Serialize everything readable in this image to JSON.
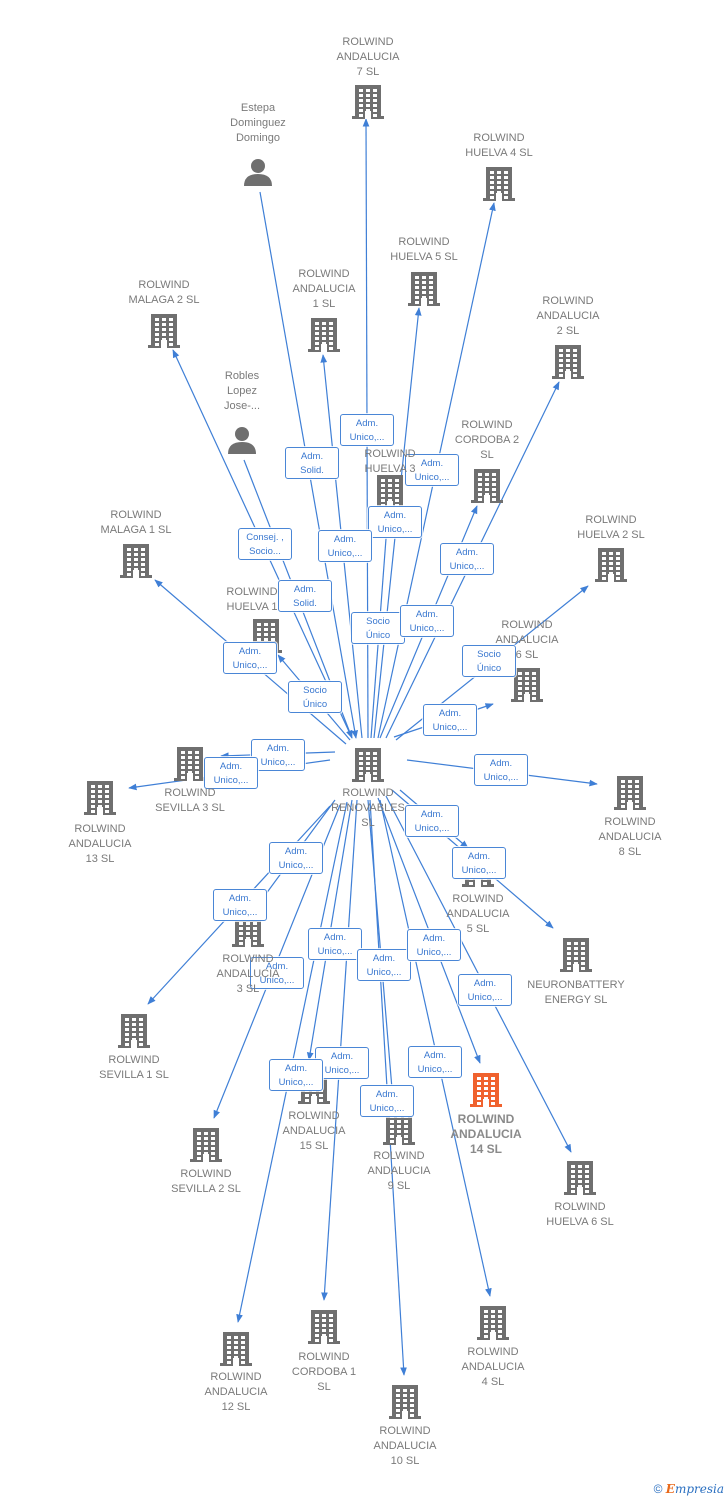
{
  "colors": {
    "edge": "#3f7fd6",
    "node": "#6f6f6f",
    "highlight": "#f0622e",
    "label": "#7a7a7a"
  },
  "center": "n0",
  "nodes": [
    {
      "id": "n0",
      "label": "ROLWIND\nRENOVABLES\nSL",
      "icon": "building"
    },
    {
      "id": "n1",
      "label": "ROLWIND\nANDALUCIA\n7  SL",
      "icon": "building"
    },
    {
      "id": "n2",
      "label": "Estepa\nDominguez\nDomingo",
      "icon": "person"
    },
    {
      "id": "n3",
      "label": "ROLWIND\nHUELVA 4  SL",
      "icon": "building"
    },
    {
      "id": "n4",
      "label": "ROLWIND\nHUELVA 5  SL",
      "icon": "building"
    },
    {
      "id": "n5",
      "label": "ROLWIND\nMALAGA 2  SL",
      "icon": "building"
    },
    {
      "id": "n6",
      "label": "ROLWIND\nANDALUCIA\n1  SL",
      "icon": "building"
    },
    {
      "id": "n7",
      "label": "ROLWIND\nANDALUCIA\n2  SL",
      "icon": "building"
    },
    {
      "id": "n8",
      "label": "Robles\nLopez\nJose-...",
      "icon": "person"
    },
    {
      "id": "n9",
      "label": "ROLWIND\nHUELVA 3",
      "icon": "building"
    },
    {
      "id": "n10",
      "label": "ROLWIND\nCORDOBA 2\nSL",
      "icon": "building"
    },
    {
      "id": "n11",
      "label": "ROLWIND\nMALAGA 1  SL",
      "icon": "building"
    },
    {
      "id": "n12",
      "label": "ROLWIND\nHUELVA 2  SL",
      "icon": "building"
    },
    {
      "id": "n13",
      "label": "ROLWIND\nHUELVA 1",
      "icon": "building"
    },
    {
      "id": "n14",
      "label": "ROLWIND\nANDALUCIA\n6  SL",
      "icon": "building"
    },
    {
      "id": "n15",
      "label": "ROLWIND\nSEVILLA 3  SL",
      "icon": "building"
    },
    {
      "id": "n16",
      "label": "ROLWIND\nANDALUCIA\n13  SL",
      "icon": "building"
    },
    {
      "id": "n17",
      "label": "ROLWIND\nANDALUCIA\n8  SL",
      "icon": "building"
    },
    {
      "id": "n18",
      "label": "ROLWIND\nANDALUCIA\n5  SL",
      "icon": "building"
    },
    {
      "id": "n19",
      "label": "ROLWIND\nANDALUCIA\n3  SL",
      "icon": "building"
    },
    {
      "id": "n20",
      "label": "NEURONBATTERY\nENERGY  SL",
      "icon": "building"
    },
    {
      "id": "n21",
      "label": "ROLWIND\nSEVILLA 1  SL",
      "icon": "building"
    },
    {
      "id": "n22",
      "label": "ROLWIND\nANDALUCIA\n15  SL",
      "icon": "building"
    },
    {
      "id": "n23",
      "label": "ROLWIND\nANDALUCIA\n9  SL",
      "icon": "building"
    },
    {
      "id": "n24",
      "label": "ROLWIND\nANDALUCIA\n14  SL",
      "icon": "building",
      "highlight": true
    },
    {
      "id": "n25",
      "label": "ROLWIND\nSEVILLA 2  SL",
      "icon": "building"
    },
    {
      "id": "n26",
      "label": "ROLWIND\nHUELVA 6  SL",
      "icon": "building"
    },
    {
      "id": "n27",
      "label": "ROLWIND\nCORDOBA 1\nSL",
      "icon": "building"
    },
    {
      "id": "n28",
      "label": "ROLWIND\nANDALUCIA\n4  SL",
      "icon": "building"
    },
    {
      "id": "n29",
      "label": "ROLWIND\nANDALUCIA\n12  SL",
      "icon": "building"
    },
    {
      "id": "n30",
      "label": "ROLWIND\nANDALUCIA\n10  SL",
      "icon": "building"
    }
  ],
  "edges": [
    {
      "from": "n0",
      "to": "n1",
      "label": "Adm.\nUnico,..."
    },
    {
      "from": "n2",
      "to": "n0",
      "label": "Adm.\nSolid."
    },
    {
      "from": "n0",
      "to": "n3",
      "label": "Adm.\nUnico,..."
    },
    {
      "from": "n0",
      "to": "n4",
      "label": "Adm.\nUnico,..."
    },
    {
      "from": "n0",
      "to": "n5",
      "label": "Consej. ,\nSocio..."
    },
    {
      "from": "n0",
      "to": "n6",
      "label": "Adm.\nUnico,..."
    },
    {
      "from": "n0",
      "to": "n7",
      "label": "Adm.\nUnico,..."
    },
    {
      "from": "n8",
      "to": "n0",
      "label": "Adm.\nSolid."
    },
    {
      "from": "n0",
      "to": "n9",
      "label": "Socio\nÚnico"
    },
    {
      "from": "n0",
      "to": "n10",
      "label": "Adm.\nUnico,..."
    },
    {
      "from": "n0",
      "to": "n11",
      "label": "Adm.\nUnico,..."
    },
    {
      "from": "n0",
      "to": "n12",
      "label": "Socio\nÚnico"
    },
    {
      "from": "n0",
      "to": "n13",
      "label": "Socio\nÚnico"
    },
    {
      "from": "n0",
      "to": "n14",
      "label": "Adm.\nUnico,..."
    },
    {
      "from": "n0",
      "to": "n15",
      "label": "Adm.\nUnico,..."
    },
    {
      "from": "n0",
      "to": "n16",
      "label": "Adm.\nUnico,..."
    },
    {
      "from": "n0",
      "to": "n17",
      "label": "Adm.\nUnico,..."
    },
    {
      "from": "n0",
      "to": "n18",
      "label": "Adm.\nUnico,..."
    },
    {
      "from": "n0",
      "to": "n19",
      "label": "Adm.\nUnico,..."
    },
    {
      "from": "n0",
      "to": "n20",
      "label": "Adm.\nUnico,..."
    },
    {
      "from": "n0",
      "to": "n21",
      "label": "Adm.\nUnico,..."
    },
    {
      "from": "n0",
      "to": "n22",
      "label": "Adm.\nUnico,..."
    },
    {
      "from": "n0",
      "to": "n23",
      "label": "Adm.\nUnico,..."
    },
    {
      "from": "n0",
      "to": "n24",
      "label": "Adm.\nUnico,..."
    },
    {
      "from": "n0",
      "to": "n25",
      "label": "Adm.\nUnico,..."
    },
    {
      "from": "n0",
      "to": "n26",
      "label": "Adm.\nUnico,..."
    },
    {
      "from": "n0",
      "to": "n27",
      "label": "Adm.\nUnico,..."
    },
    {
      "from": "n0",
      "to": "n28",
      "label": "Adm.\nUnico,..."
    },
    {
      "from": "n0",
      "to": "n29",
      "label": "Adm.\nUnico,..."
    },
    {
      "from": "n0",
      "to": "n30",
      "label": "Adm.\nUnico,..."
    }
  ],
  "footer": {
    "copyright": "©",
    "brand_first": "E",
    "brand_rest": "mpresia"
  }
}
